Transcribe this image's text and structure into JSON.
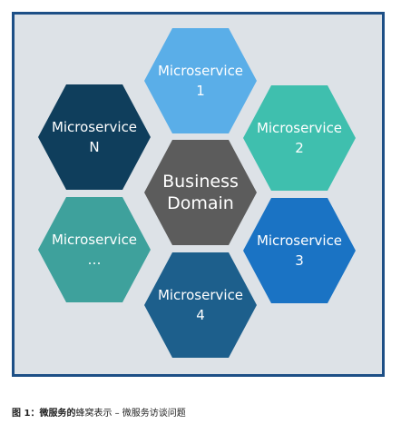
{
  "diagram": {
    "center": {
      "line1": "Business",
      "line2": "Domain",
      "color": "#5c5c5c"
    },
    "services": [
      {
        "line1": "Microservice",
        "line2": "1",
        "color": "#5aaee8"
      },
      {
        "line1": "Microservice",
        "line2": "2",
        "color": "#3fbfae"
      },
      {
        "line1": "Microservice",
        "line2": "3",
        "color": "#1a73c4"
      },
      {
        "line1": "Microservice",
        "line2": "4",
        "color": "#1d5f8c"
      },
      {
        "line1": "Microservice",
        "line2": "…",
        "color": "#3ea19c"
      },
      {
        "line1": "Microservice",
        "line2": "N",
        "color": "#0f3e5c"
      }
    ],
    "frame_border_color": "#1d4f86",
    "frame_background": "#dde2e7"
  },
  "caption": {
    "figure_label": "图 1：微服务的",
    "text": "蜂窝表示 – 微服务访谈问题"
  }
}
